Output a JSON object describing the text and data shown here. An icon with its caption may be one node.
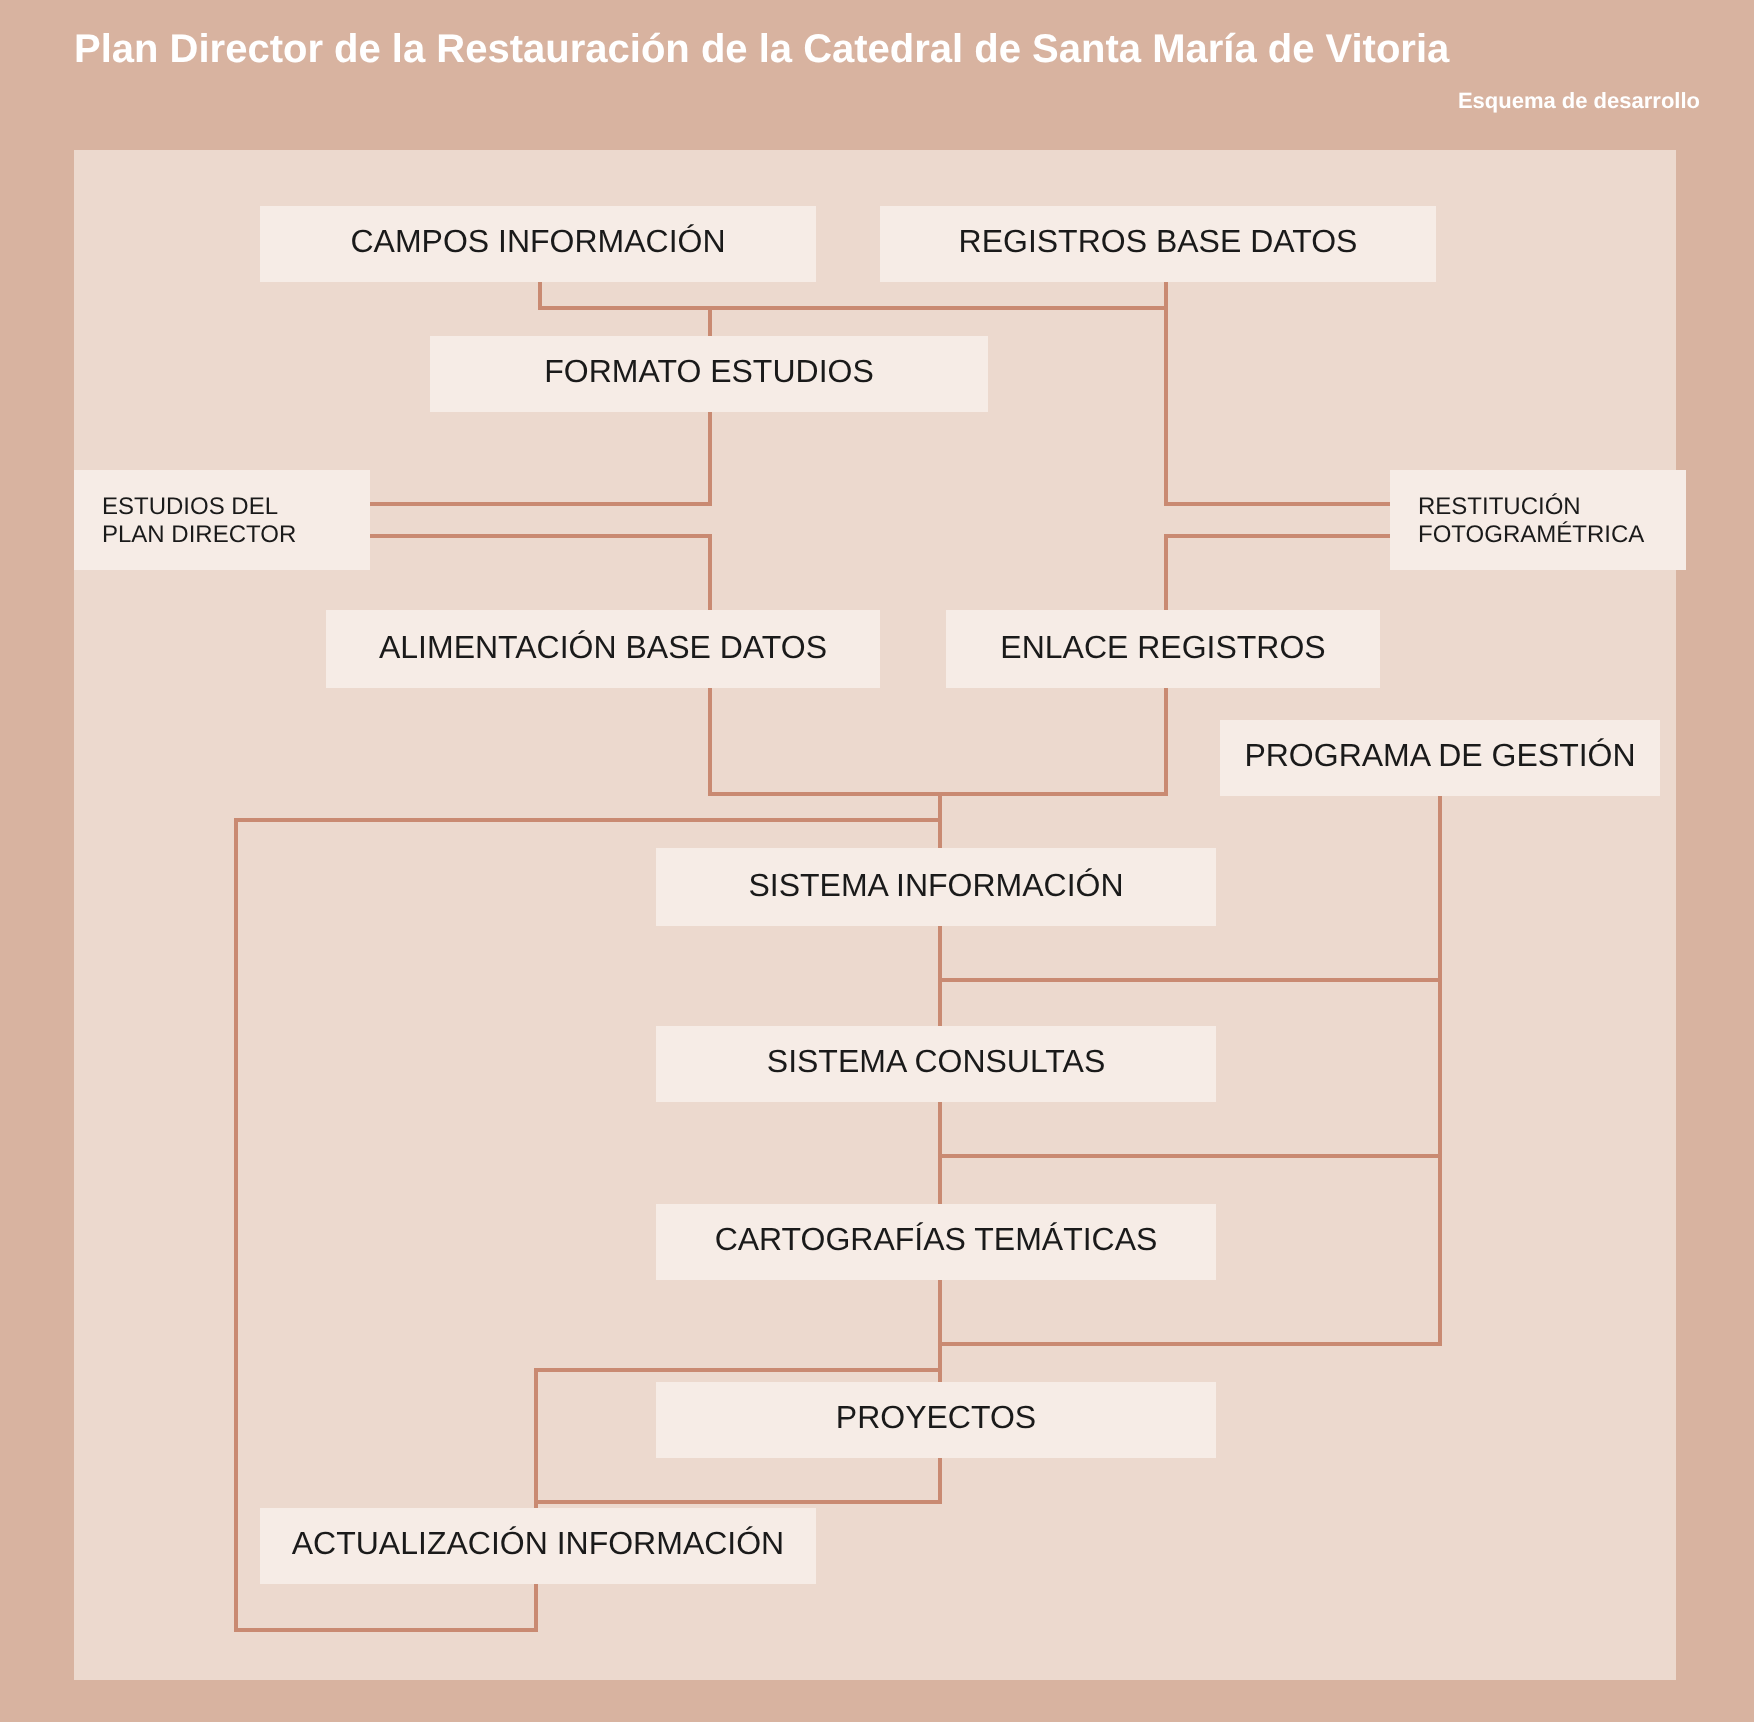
{
  "diagram": {
    "title": "Plan Director de la Restauración de la Catedral de Santa María de Vitoria",
    "nodes": [
      {
        "text": [
          "CAMPOS INFORMACIÓN"
        ]
      },
      {
        "text": [
          "REGISTROS BASE DATOS"
        ]
      },
      {
        "text": [
          "FORMATO ESTUDIOS"
        ]
      },
      {
        "text": [
          "ESTUDIOS DEL PLAN DIRECTOR"
        ]
      },
      {
        "text": [
          "RESTITUCIÓN FOTOGRAMÉTRICA"
        ]
      },
      {
        "text": [
          "ALIMENTACIÓN BASE DATOS"
        ]
      },
      {
        "text": [
          "ENLACE REGISTROS"
        ]
      },
      {
        "text": [
          "PROGRAMA DE GESTIÓN"
        ]
      },
      {
        "text": [
          "SISTEMA INFORMACIÓN"
        ]
      },
      {
        "text": [
          "SISTEMA CONSULTAS"
        ]
      },
      {
        "text": [
          "CARTOGRAFÍAS TEMÁTICAS"
        ]
      },
      {
        "text": [
          "PROYECTOS"
        ]
      },
      {
        "text": [
          "ACTUALIZACIÓN INFORMACIÓN"
        ]
      }
    ],
    "edges": [
      {
        "from": 0,
        "to": 2,
        "arrow": "none"
      },
      {
        "from": 1,
        "to": 2,
        "arrow": "none"
      },
      {
        "from": 1,
        "to": 4,
        "arrow": "none"
      },
      {
        "from": 2,
        "to": 3,
        "arrow": "none"
      },
      {
        "from": 3,
        "to": 5,
        "arrow": "none"
      },
      {
        "from": 4,
        "to": 6,
        "arrow": "none"
      },
      {
        "from": 5,
        "to": 8,
        "arrow": "none"
      },
      {
        "from": 6,
        "to": 8,
        "arrow": "none"
      },
      {
        "from": 12,
        "to": 8,
        "arrow": "none"
      },
      {
        "from": 8,
        "to": 9,
        "arrow": "none"
      },
      {
        "from": 7,
        "to": 9,
        "arrow": "none"
      },
      {
        "from": 9,
        "to": 10,
        "arrow": "none"
      },
      {
        "from": 7,
        "to": 10,
        "arrow": "none"
      },
      {
        "from": 10,
        "to": 11,
        "arrow": "none"
      },
      {
        "from": 7,
        "to": 11,
        "arrow": "none"
      },
      {
        "from": 10,
        "to": 12,
        "arrow": "none"
      },
      {
        "from": 11,
        "to": 12,
        "arrow": "none"
      }
    ],
    "labels": [
      "Esquema de desarrollo"
    ]
  }
}
